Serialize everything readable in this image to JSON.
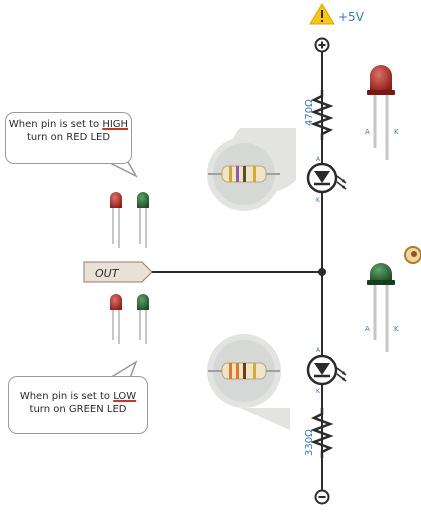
{
  "supply": {
    "label": "+5V",
    "warning_icon": "warning-triangle-icon"
  },
  "resistors": {
    "top": {
      "value": "470Ω"
    },
    "bottom": {
      "value": "330Ω"
    }
  },
  "pins": {
    "led_top": {
      "a": "A",
      "k": "K"
    },
    "led_bottom": {
      "a": "A",
      "k": "K"
    },
    "diode_top": {
      "a": "A",
      "k": "K"
    },
    "diode_bottom": {
      "a": "A",
      "k": "K"
    }
  },
  "out_label": "OUT",
  "callouts": {
    "high": {
      "line1_pre": "When pin is set to ",
      "line1_em": "HIGH",
      "line2": "turn on RED LED"
    },
    "low": {
      "line1_pre": "When pin is set to ",
      "line1_em": "LOW",
      "line2": "turn on GREEN LED"
    }
  },
  "colors": {
    "wire": "#2b2b2b",
    "red_led": "#b0302a",
    "green_led": "#2f6b3a",
    "warning": "#f5c518",
    "voltage_text": "#3a7ab8"
  }
}
